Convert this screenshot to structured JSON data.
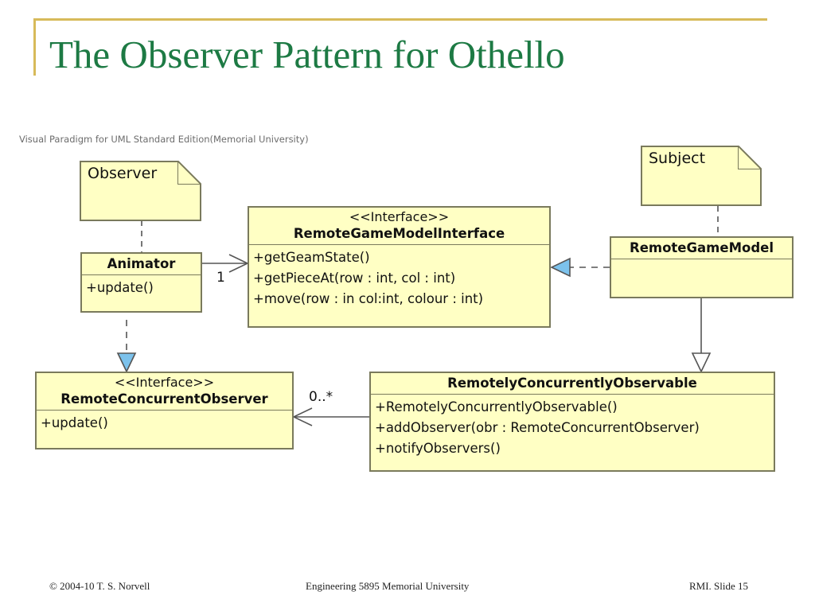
{
  "slide": {
    "title": "The Observer Pattern for Othello",
    "watermark": "Visual Paradigm for UML Standard Edition(Memorial University)",
    "accent_color": "#d7ba5a",
    "title_color": "#1d7a44"
  },
  "diagram": {
    "notes": {
      "observer": "Observer",
      "subject": "Subject"
    },
    "classes": {
      "animator": {
        "name": "Animator",
        "operations": [
          "+update()"
        ]
      },
      "remote_game_model_interface": {
        "stereotype": "<<Interface>>",
        "name": "RemoteGameModelInterface",
        "operations": [
          "+getGeamState()",
          "+getPieceAt(row : int, col : int)",
          "+move(row : in col:int, colour : int)"
        ]
      },
      "remote_game_model": {
        "name": "RemoteGameModel",
        "operations": []
      },
      "remote_concurrent_observer": {
        "stereotype": "<<Interface>>",
        "name": "RemoteConcurrentObserver",
        "operations": [
          "+update()"
        ]
      },
      "remotely_concurrently_observable": {
        "name": "RemotelyConcurrentlyObservable",
        "operations": [
          "+RemotelyConcurrentlyObservable()",
          "+addObserver(obr : RemoteConcurrentObserver)",
          "+notifyObservers()"
        ]
      }
    },
    "multiplicities": {
      "animator_to_model": "1",
      "observable_to_observer": "0..*"
    },
    "colors": {
      "class_fill": "#ffffc4",
      "border": "#7a7a5c",
      "realization_fill": "#7cc2ec"
    }
  },
  "footer": {
    "left": "© 2004-10 T. S. Norvell",
    "center": "Engineering 5895 Memorial University",
    "right": "RMI. Slide 15"
  }
}
